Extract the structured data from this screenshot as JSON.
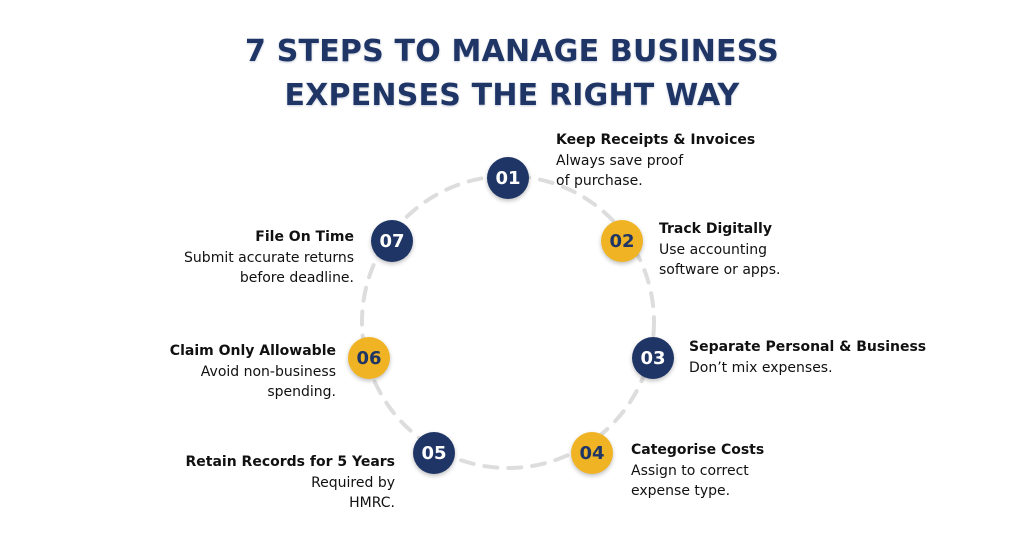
{
  "title": {
    "line1": "7 STEPS TO MANAGE BUSINESS",
    "line2": "EXPENSES THE RIGHT WAY"
  },
  "colors": {
    "navy": "#1e3566",
    "gold": "#f0b323",
    "ring": "#dddddd"
  },
  "steps": [
    {
      "number": "01",
      "heading": "Keep Receipts & Invoices",
      "desc": [
        "Always save proof",
        "of purchase."
      ],
      "badge_color": "navy"
    },
    {
      "number": "02",
      "heading": "Track Digitally",
      "desc": [
        "Use accounting",
        "software or apps."
      ],
      "badge_color": "gold"
    },
    {
      "number": "03",
      "heading": "Separate Personal & Business",
      "desc": [
        "Don’t mix expenses."
      ],
      "badge_color": "navy"
    },
    {
      "number": "04",
      "heading": "Categorise Costs",
      "desc": [
        "Assign to correct",
        "expense type."
      ],
      "badge_color": "gold"
    },
    {
      "number": "05",
      "heading": "Retain Records for 5 Years",
      "desc": [
        "Required by",
        "HMRC."
      ],
      "badge_color": "navy"
    },
    {
      "number": "06",
      "heading": "Claim Only Allowable",
      "desc": [
        "Avoid non-business",
        "spending."
      ],
      "badge_color": "gold"
    },
    {
      "number": "07",
      "heading": "File On Time",
      "desc": [
        "Submit accurate returns",
        "before deadline."
      ],
      "badge_color": "navy"
    }
  ]
}
